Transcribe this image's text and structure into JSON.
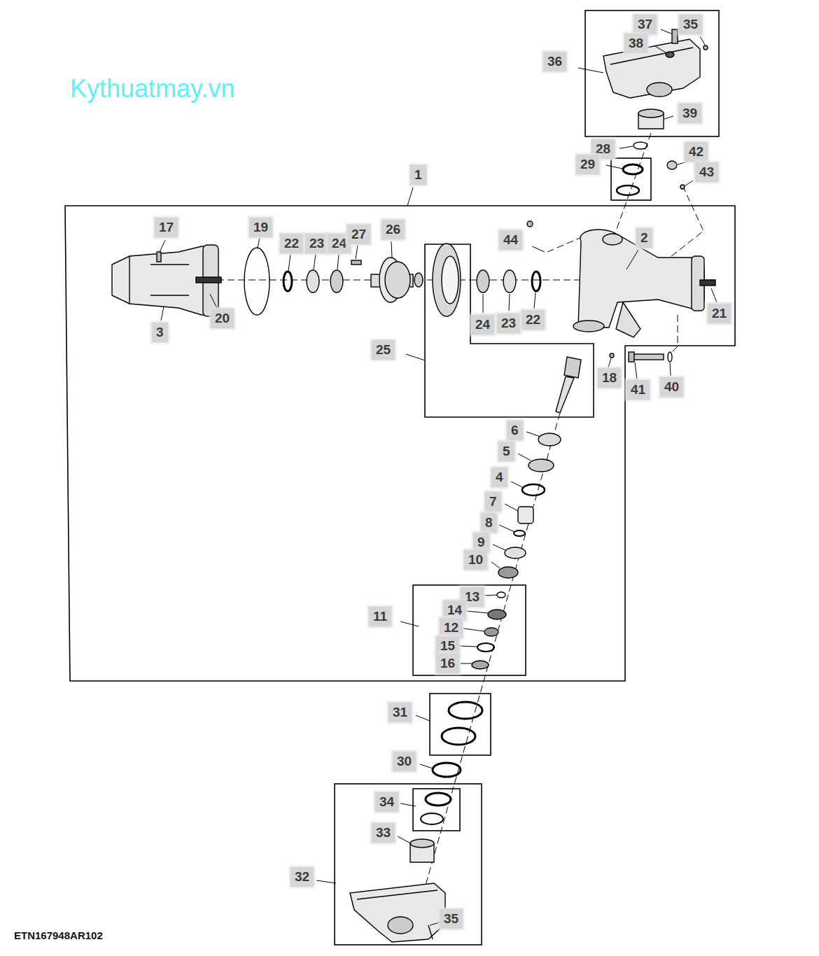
{
  "diagram": {
    "labels": [
      "Kythuatmay.vn",
      "37",
      "35",
      "36",
      "38",
      "39",
      "28",
      "29",
      "42",
      "43",
      "1",
      "17",
      "19",
      "22",
      "23",
      "24",
      "27",
      "26",
      "44",
      "2",
      "20",
      "21",
      "3",
      "24",
      "23",
      "22",
      "25",
      "18",
      "41",
      "40",
      "6",
      "5",
      "4",
      "7",
      "8",
      "9",
      "10",
      "13",
      "11",
      "14",
      "12",
      "15",
      "16",
      "31",
      "30",
      "34",
      "33",
      "32",
      "35",
      "ETN167948AR102"
    ]
  }
}
